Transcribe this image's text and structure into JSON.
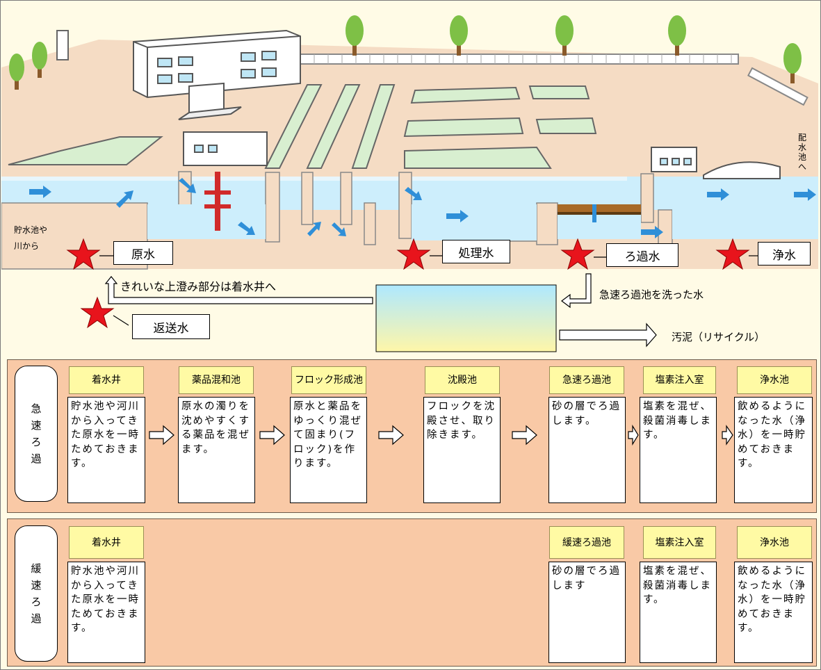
{
  "illustration": {
    "source_label": [
      "貯水池や",
      "川から"
    ],
    "side_label": [
      "配",
      "水",
      "池",
      "へ"
    ]
  },
  "sample_points": {
    "raw": "原水",
    "treated": "処理水",
    "filtered": "ろ過水",
    "clean": "浄水",
    "return": "返送水"
  },
  "recycle": {
    "supernatant": "きれいな上澄み部分は着水井へ",
    "backwash": "急速ろ過池を洗った水",
    "sludge": "汚泥（リサイクル）"
  },
  "rapid": {
    "side_label": [
      "急",
      "速",
      "ろ",
      "過"
    ],
    "steps": [
      {
        "title": "着水井",
        "desc": "貯水池や河川から入ってきた原水を一時ためておきます。"
      },
      {
        "title": "薬品混和池",
        "desc": "原水の濁りを沈めやすくする薬品を混ぜます。"
      },
      {
        "title": "フロック形成池",
        "desc": "原水と薬品をゆっくり混ぜて固まり(フロック)を作ります。"
      },
      {
        "title": "沈殿池",
        "desc": "フロックを沈殿させ、取り除きます。"
      },
      {
        "title": "急速ろ過池",
        "desc": "砂の層でろ過します。"
      },
      {
        "title": "塩素注入室",
        "desc": "塩素を混ぜ、殺菌消毒します。"
      },
      {
        "title": "浄水池",
        "desc": "飲めるようになった水（浄水）を一時貯めておきます。"
      }
    ]
  },
  "slow": {
    "side_label": [
      "緩",
      "速",
      "ろ",
      "過"
    ],
    "steps": [
      {
        "title": "着水井",
        "desc": "貯水池や河川から入ってきた原水を一時ためておきます。"
      },
      {
        "title": "緩速ろ過池",
        "desc": "砂の層でろ過します"
      },
      {
        "title": "塩素注入室",
        "desc": "塩素を混ぜ、殺菌消毒します。"
      },
      {
        "title": "浄水池",
        "desc": "飲めるようになった水（浄水）を一時貯めておきます。"
      }
    ]
  },
  "colors": {
    "ground": "#f5dcc4",
    "water": "#cdeefc",
    "tank_green": "#d8efd0",
    "star": "#e8141c",
    "panel": "#f9c9a6",
    "caption": "#fffaa4"
  }
}
